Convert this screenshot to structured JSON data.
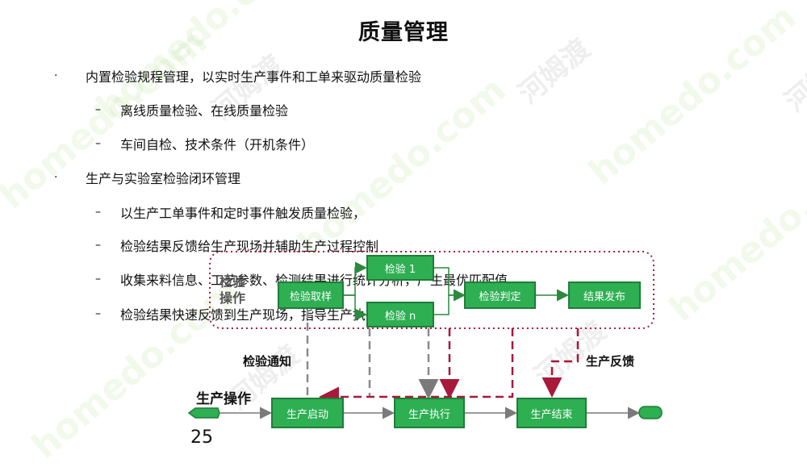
{
  "title": "质量管理",
  "bullets": [
    {
      "mark": "·",
      "text": "内置检验规程管理，以实时生产事件和工单来驱动质量检验"
    },
    {
      "mark": "–",
      "text": "离线质量检验、在线质量检验"
    },
    {
      "mark": "–",
      "text": "车间自检、技术条件（开机条件）"
    },
    {
      "mark": "·",
      "text": "生产与实验室检验闭环管理"
    },
    {
      "mark": "–",
      "text": "以生产工单事件和定时事件触发质量检验，"
    },
    {
      "mark": "–",
      "text": "检验结果反馈给生产现场并辅助生产过程控制"
    },
    {
      "mark": "–",
      "text": "收集来料信息、工艺参数、检测结果进行统计分析，产生最优匹配值"
    },
    {
      "mark": "–",
      "text": "检验结果快速反馈到生产现场，指导生产执行"
    }
  ],
  "diagram": {
    "boxes": {
      "sampling": "检验取样",
      "inspect1": "检验 1",
      "inspectn": "检验 n",
      "judge": "检验判定",
      "publish": "结果发布",
      "start": "生产启动",
      "execute": "生产执行",
      "finish": "生产结束"
    },
    "labels": {
      "inspect_notice": "检验通知",
      "prod_feedback": "生产反馈",
      "prod_operation": "生产操作",
      "overlap_operation": "检验\n操作"
    }
  },
  "page_number": "25",
  "watermarks": [
    "homedo.com",
    "河姆渡"
  ],
  "colors": {
    "box_fill": "#2daf52",
    "box_border": "#1f7d39",
    "dashed_red": "#a8193a",
    "dashed_gray": "#8a8a8a",
    "dotted_border": "#a8193a"
  }
}
